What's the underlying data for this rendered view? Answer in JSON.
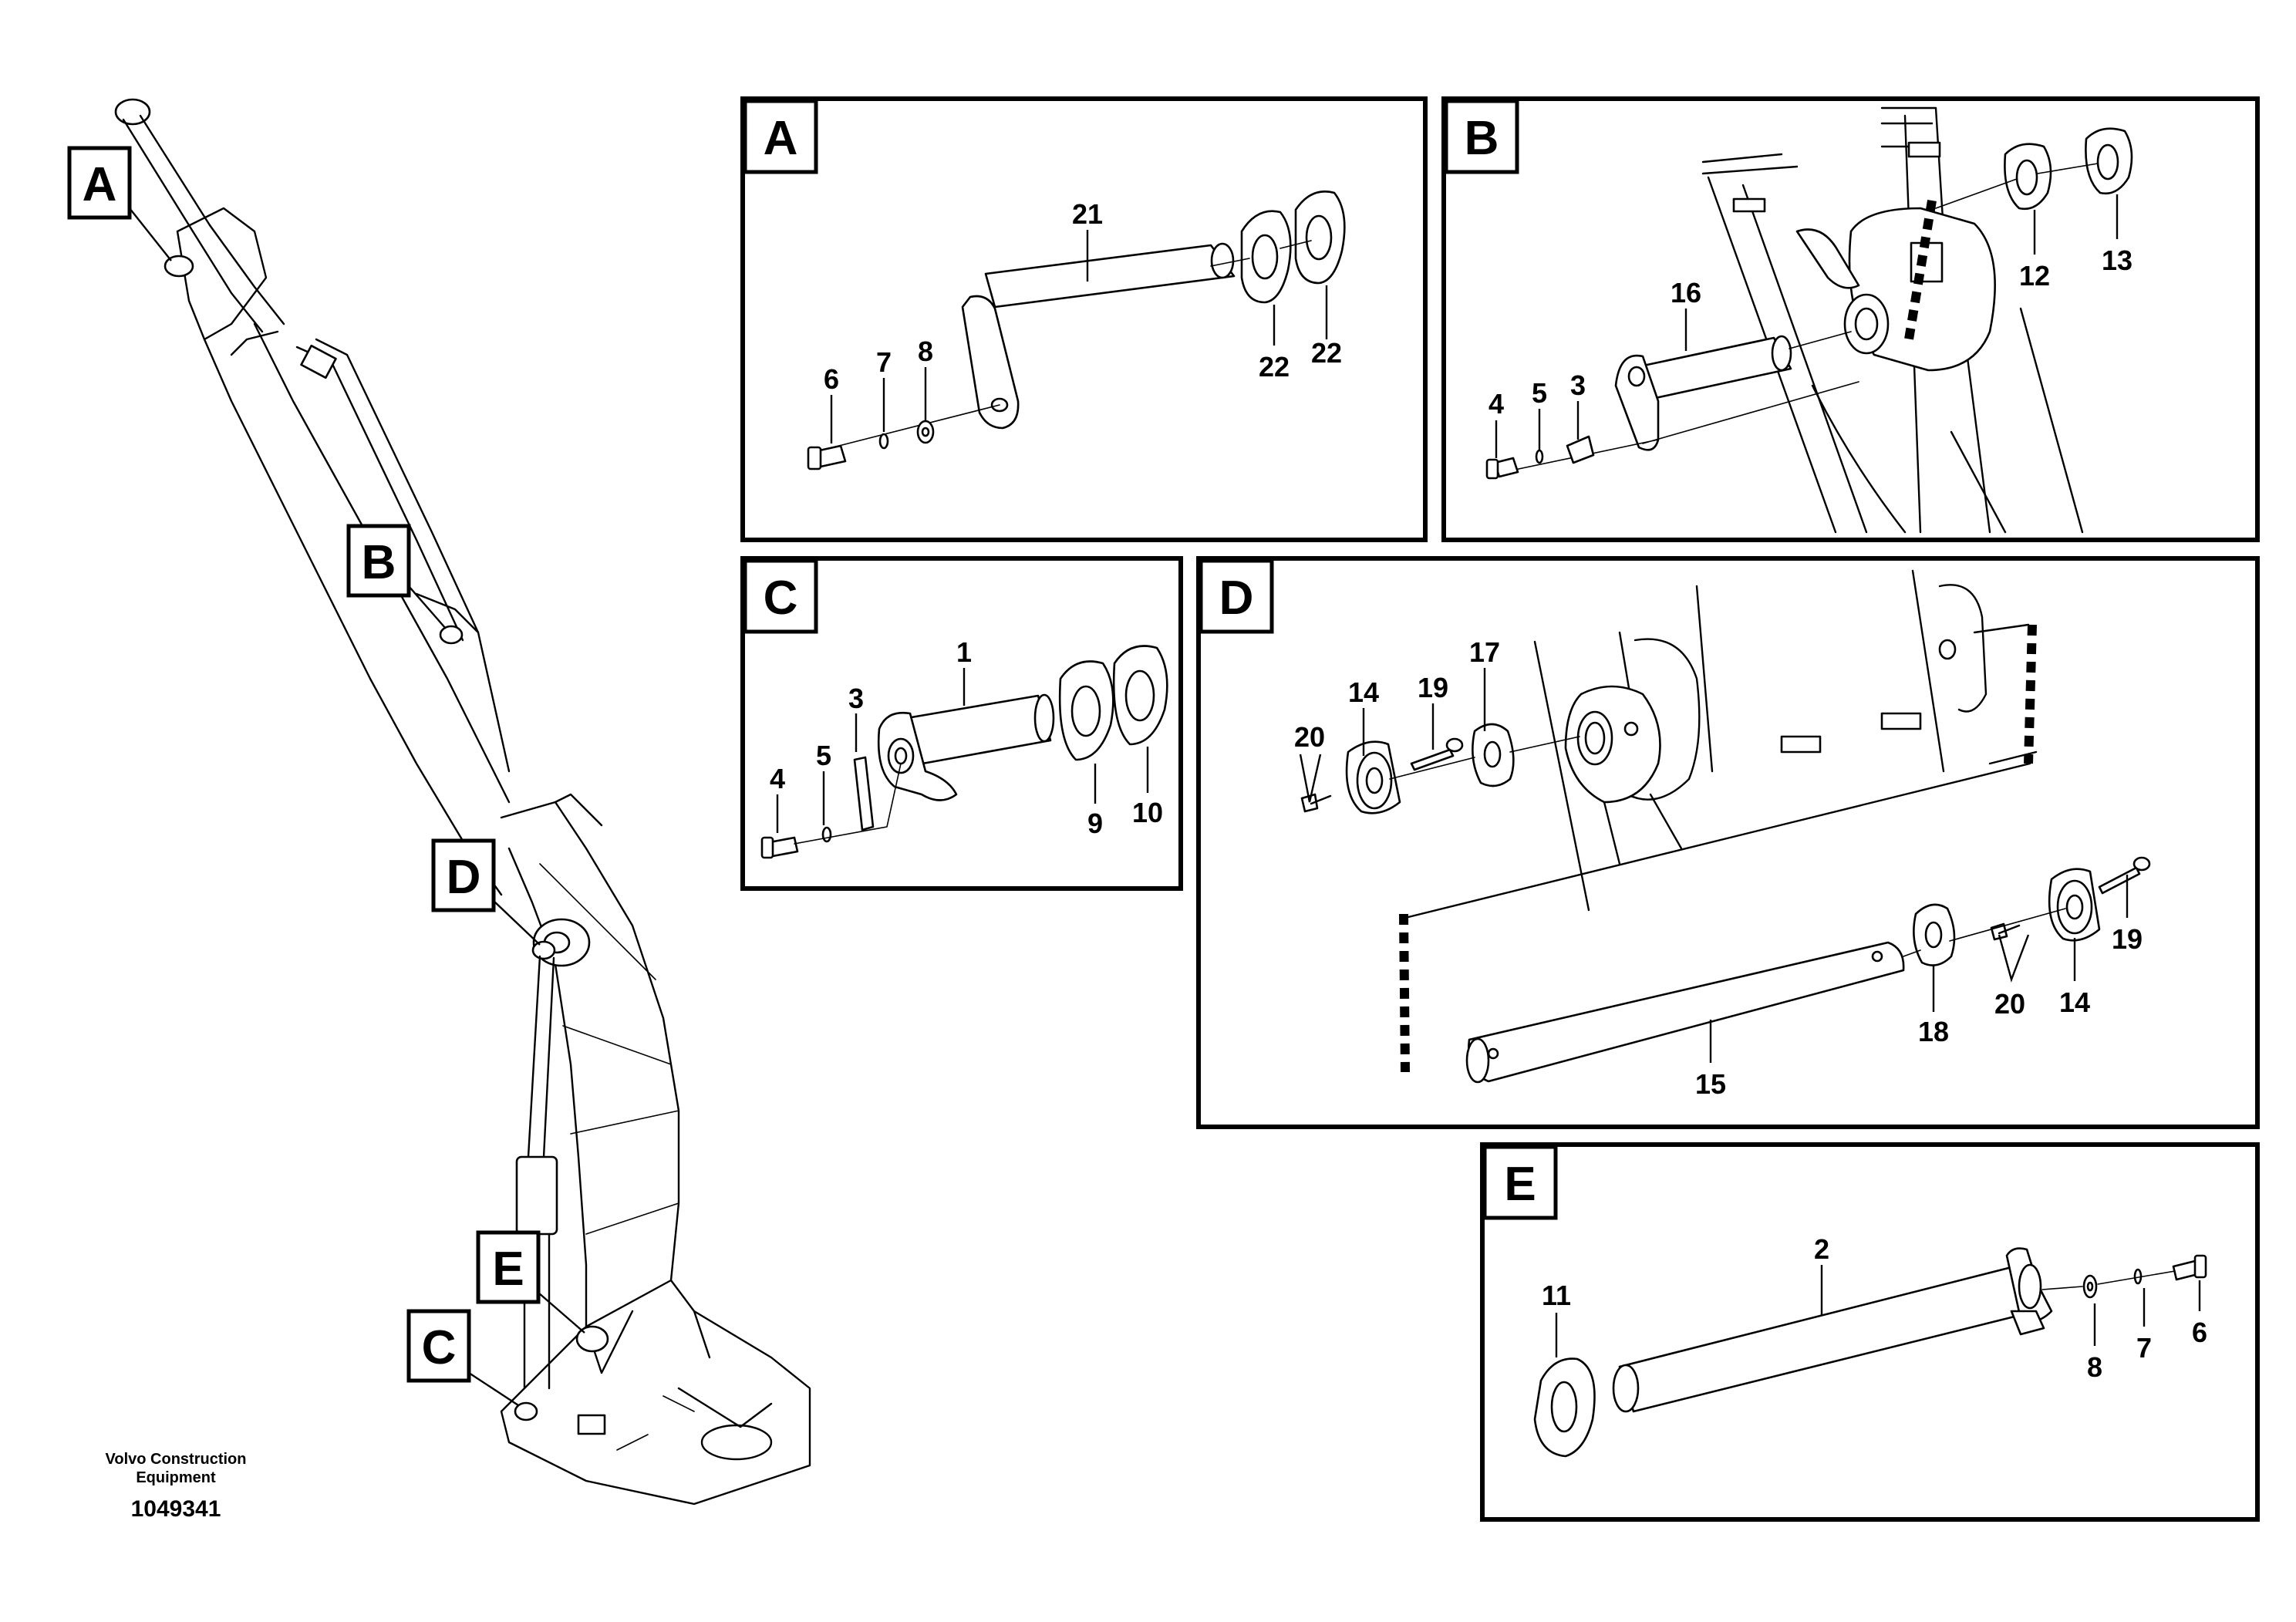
{
  "footer": {
    "manufacturer_line1": "Volvo Construction",
    "manufacturer_line2": "Equipment",
    "figure_number": "1049341"
  },
  "overview_tags": [
    "A",
    "B",
    "D",
    "E",
    "C"
  ],
  "panels": {
    "A": {
      "letter": "A",
      "labels": [
        "21",
        "6",
        "7",
        "8",
        "22",
        "22"
      ]
    },
    "B": {
      "letter": "B",
      "labels": [
        "16",
        "4",
        "5",
        "3",
        "12",
        "13"
      ]
    },
    "C": {
      "letter": "C",
      "labels": [
        "1",
        "3",
        "4",
        "5",
        "9",
        "10"
      ]
    },
    "D": {
      "letter": "D",
      "labels": [
        "14",
        "19",
        "17",
        "20",
        "15",
        "18",
        "20",
        "14",
        "19"
      ]
    },
    "E": {
      "letter": "E",
      "labels": [
        "2",
        "11",
        "8",
        "7",
        "6"
      ]
    }
  }
}
